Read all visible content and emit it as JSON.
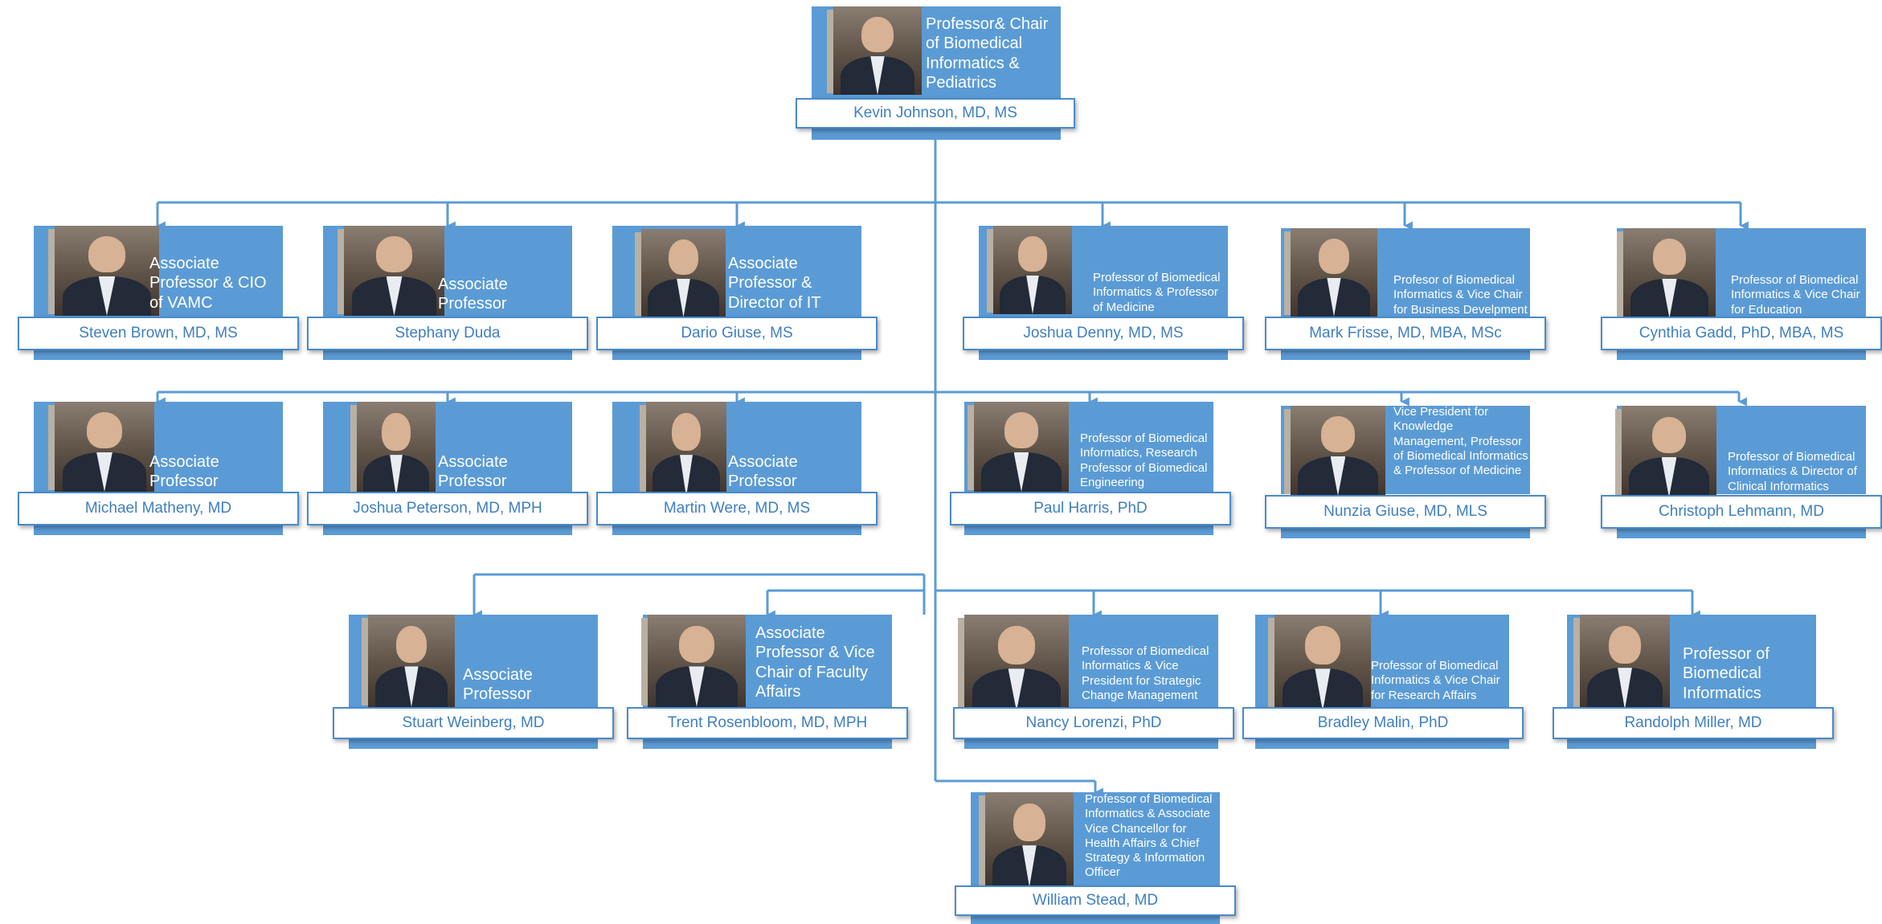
{
  "colors": {
    "card": "#5b9bd5",
    "line": "#5b9bd5",
    "name_text": "#3f7fbf",
    "title_text": "#ffffff"
  },
  "people": {
    "johnson": {
      "name": "Kevin Johnson, MD, MS",
      "title": "Professor& Chair of Biomedical Informatics & Pediatrics"
    },
    "brown": {
      "name": "Steven Brown, MD, MS",
      "title": "Associate Professor & CIO of VAMC"
    },
    "duda": {
      "name": "Stephany Duda",
      "title": "Associate Professor"
    },
    "dgiuse": {
      "name": "Dario Giuse, MS",
      "title": "Associate Professor & Director of IT"
    },
    "denny": {
      "name": "Joshua Denny, MD, MS",
      "title": "Professor of Biomedical Informatics & Professor of Medicine"
    },
    "frisse": {
      "name": "Mark Frisse, MD, MBA, MSc",
      "title": "Profesor of Biomedical Informatics & Vice Chair for Business Develpment"
    },
    "gadd": {
      "name": "Cynthia Gadd, PhD, MBA, MS",
      "title": "Professor of Biomedical Informatics & Vice Chair for Education"
    },
    "matheny": {
      "name": "Michael Matheny, MD",
      "title": "Associate Professor"
    },
    "peterson": {
      "name": "Joshua Peterson, MD, MPH",
      "title": "Associate Professor"
    },
    "were": {
      "name": "Martin Were, MD, MS",
      "title": "Associate Professor"
    },
    "harris": {
      "name": "Paul Harris, PhD",
      "title": "Professor of Biomedical Informatics, Research Professor of Biomedical Engineering"
    },
    "ngiuse": {
      "name": "Nunzia Giuse, MD, MLS",
      "title": "Vice President for Knowledge Management, Professor of Biomedical Informatics & Professor of Medicine"
    },
    "lehmann": {
      "name": "Christoph Lehmann, MD",
      "title": "Professor of Biomedical Informatics & Director of Clinical Informatics"
    },
    "weinberg": {
      "name": "Stuart Weinberg, MD",
      "title": "Associate Professor"
    },
    "rosenbloom": {
      "name": "Trent Rosenbloom, MD, MPH",
      "title": "Associate Professor & Vice Chair of Faculty Affairs"
    },
    "lorenzi": {
      "name": "Nancy Lorenzi, PhD",
      "title": "Professor of Biomedical Informatics & Vice President for Strategic Change Management"
    },
    "malin": {
      "name": "Bradley Malin, PhD",
      "title": "Professor of Biomedical Informatics & Vice Chair for Research Affairs"
    },
    "miller": {
      "name": "Randolph Miller, MD",
      "title": "Professor of Biomedical Informatics"
    },
    "stead": {
      "name": "William Stead, MD",
      "title": "Professor of Biomedical Informatics & Associate Vice Chancellor for Health Affairs & Chief Strategy & Information Officer"
    }
  }
}
